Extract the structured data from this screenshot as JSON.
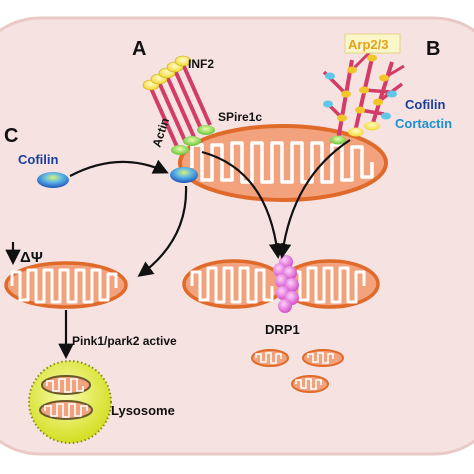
{
  "panels": {
    "a": "A",
    "b": "B",
    "c": "C"
  },
  "labels": {
    "inf2": "INF2",
    "actin": "Actin",
    "spire1c": "SPire1c",
    "arp23": "Arp2/3",
    "cofilin_b": "Cofilin",
    "cortactin": "Cortactin",
    "cofilin_c": "Cofilin",
    "delta_psi": "ΔΨ",
    "pink_park": "Pink1/park2 active",
    "drp1": "DRP1",
    "lysosome": "Lysosome"
  },
  "colors": {
    "cell_bg": "#f6e3e1",
    "cell_border": "#e9c9c6",
    "mito_fill": "#f3a27e",
    "mito_stroke": "#e06a2a",
    "actin": "#d23c66",
    "drp1": "#e36ad8",
    "lysosome": "#e4ec3c",
    "protein_blue": "#2a6cc8",
    "protein_yellow": "#f2e33a",
    "protein_green": "#8bd646",
    "text_blue": "#1a3f9b",
    "text_cyan": "#1b8fcf",
    "arp_orange": "#e2a21c"
  }
}
